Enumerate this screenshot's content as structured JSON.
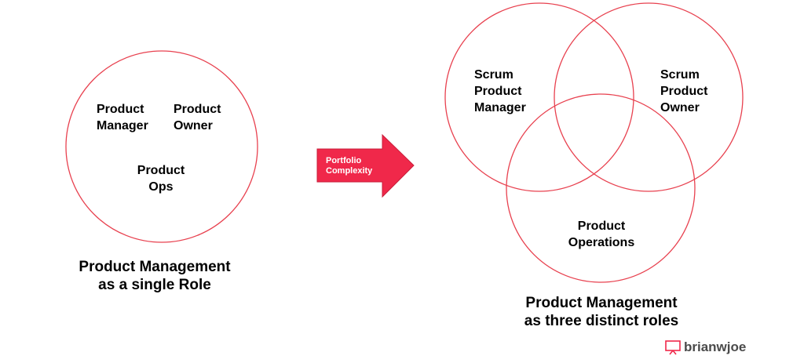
{
  "left_diagram": {
    "roles": {
      "product_manager": [
        "Product",
        "Manager"
      ],
      "product_owner": [
        "Product",
        "Owner"
      ],
      "product_ops": [
        "Product",
        "Ops"
      ]
    },
    "caption": [
      "Product Management",
      "as a single Role"
    ]
  },
  "arrow": {
    "label": [
      "Portfolio",
      "Complexity"
    ]
  },
  "right_diagram": {
    "roles": {
      "scrum_product_manager": [
        "Scrum",
        "Product",
        "Manager"
      ],
      "scrum_product_owner": [
        "Scrum",
        "Product",
        "Owner"
      ],
      "product_operations": [
        "Product",
        "Operations"
      ]
    },
    "caption": [
      "Product Management",
      "as three distinct roles"
    ]
  },
  "brand": {
    "name": "brianwjoe"
  },
  "colors": {
    "circle_stroke": "#e8414f",
    "arrow_fill": "#f0284a",
    "text": "#000000",
    "brand_text": "#4a4a4a"
  }
}
